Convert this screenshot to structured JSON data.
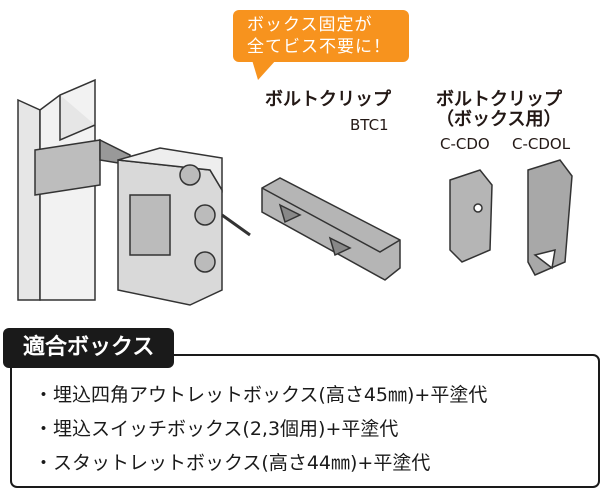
{
  "callout": {
    "line1": "ボックス固定が",
    "line2": "全てビス不要に！",
    "color": "#f7931e"
  },
  "product1": {
    "name": "ボルトクリップ",
    "model": "BTC1"
  },
  "product2": {
    "name": "ボルトクリップ",
    "sub": "（ボックス用）",
    "models": [
      "C-CDO",
      "C-CDOL"
    ]
  },
  "compatible": {
    "title": "適合ボックス",
    "items": [
      "・埋込四角アウトレットボックス(高さ45㎜)+平塗代",
      "・埋込スイッチボックス(2,3個用)+平塗代",
      "・スタットレットボックス(高さ44㎜)+平塗代"
    ]
  }
}
